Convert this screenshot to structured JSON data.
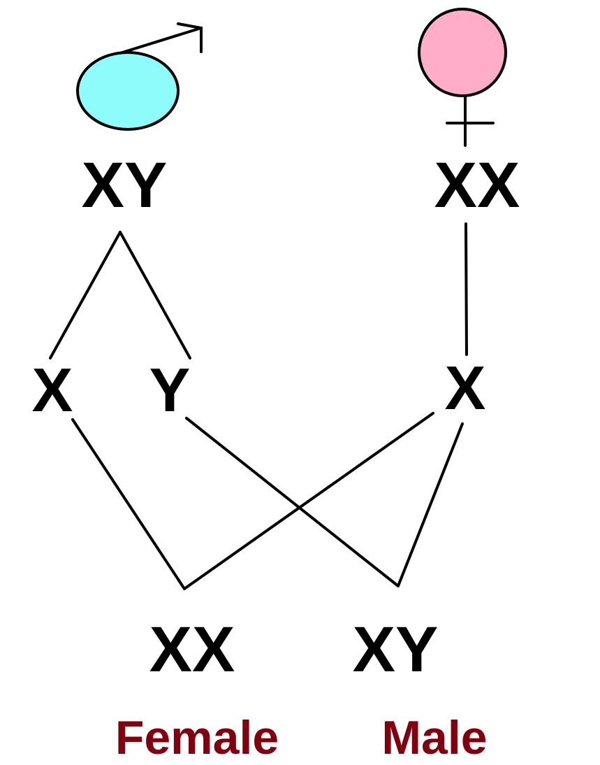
{
  "parents": {
    "father": {
      "symbol": "male-symbol",
      "genotype": "XY",
      "color": "#8ffcfc"
    },
    "mother": {
      "symbol": "female-symbol",
      "genotype": "XX",
      "color": "#ffadc8"
    }
  },
  "gametes": {
    "father_x": "X",
    "father_y": "Y",
    "mother_x": "X"
  },
  "offspring": {
    "female": {
      "genotype": "XX",
      "label": "Female"
    },
    "male": {
      "genotype": "XY",
      "label": "Male"
    },
    "label_color": "#800010"
  }
}
